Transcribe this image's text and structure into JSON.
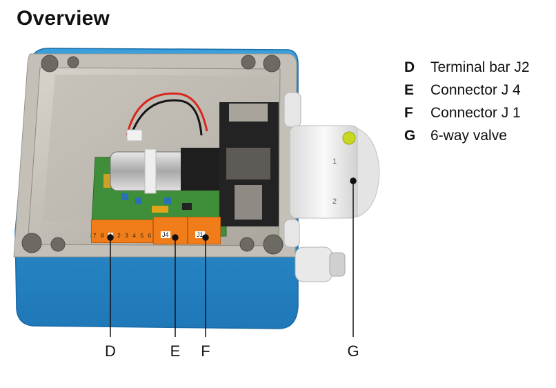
{
  "title": "Overview",
  "legend": [
    {
      "key": "D",
      "text": "Terminal bar J2"
    },
    {
      "key": "E",
      "text": "Connector J 4"
    },
    {
      "key": "F",
      "text": "Connector J 1"
    },
    {
      "key": "G",
      "text": "6-way valve"
    }
  ],
  "callouts": [
    "D",
    "E",
    "F",
    "G"
  ],
  "board_labels": {
    "terminal_numbers": [
      "7",
      "8",
      "1",
      "2",
      "3",
      "4",
      "5",
      "6"
    ],
    "j4": "J4",
    "j1": "J1"
  },
  "valve_labels": {
    "port_1": "1",
    "port_2": "2"
  },
  "colors": {
    "enclosure_blue": "#2a8fd0",
    "housing_grey": "#c9c5bd",
    "pcb_green": "#3f8f3a",
    "terminal_orange": "#f07d1a",
    "valve_white": "#eeeeee"
  }
}
